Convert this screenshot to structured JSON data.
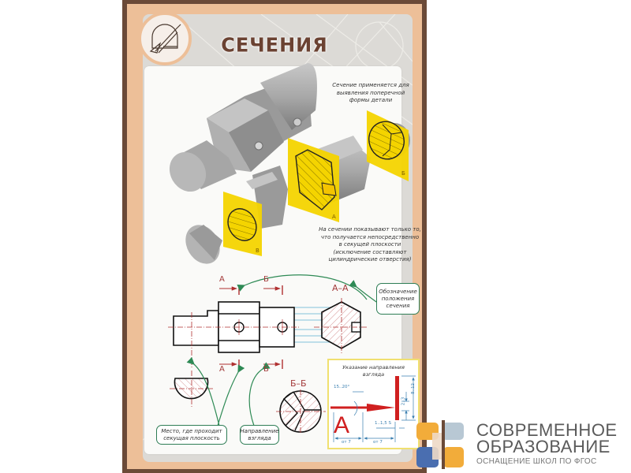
{
  "poster": {
    "title": "СЕЧЕНИЯ",
    "emblem_icon": "drafting-compass-icon",
    "colors": {
      "frame_outer": "#6b4a38",
      "frame_inner": "#edbf98",
      "title": "#6b4232",
      "section_fill": "#f4d400",
      "callout_border": "#2e7d55",
      "axis_line": "#a33a3a",
      "projection_line": "#5aaed0"
    }
  },
  "notes": {
    "purpose": [
      "Сечение применяется для",
      "выявления поперечной",
      "формы детали"
    ],
    "rule": [
      "На сечении показывают только то,",
      "что получается непосредственно",
      "в секущей плоскости",
      "(исключение составляют",
      "цилиндрические отверстия)"
    ]
  },
  "iso_view": {
    "plane_labels": {
      "a": "А",
      "b": "Б",
      "v": "В"
    }
  },
  "drawing": {
    "cut_labels": {
      "a_top": "А",
      "b_top": "Б",
      "a_bottom": "А",
      "b_bottom": "Б"
    },
    "section_aa": "А–А",
    "section_bb": "Б–Б"
  },
  "callouts": {
    "designation": [
      "Обозначение",
      "положения",
      "сечения"
    ],
    "cut_place": [
      "Место, где проходит",
      "секущая плоскость"
    ],
    "view_direction": [
      "Направление",
      "взгляда"
    ]
  },
  "direction_box": {
    "title": [
      "Указание направления",
      "взгляда"
    ],
    "letter": "А",
    "angle": "15..20°",
    "dim_arrow": "1..1,5 S",
    "dim_gap1": "от 7",
    "dim_gap2": "от 7",
    "dim_h1": "2..3",
    "dim_h2": "8..12"
  },
  "brand": {
    "line1": "СОВРЕМЕННОЕ",
    "line2": "ОБРАЗОВАНИЕ",
    "line3": "ОСНАЩЕНИЕ ШКОЛ ПО ФГОС"
  }
}
